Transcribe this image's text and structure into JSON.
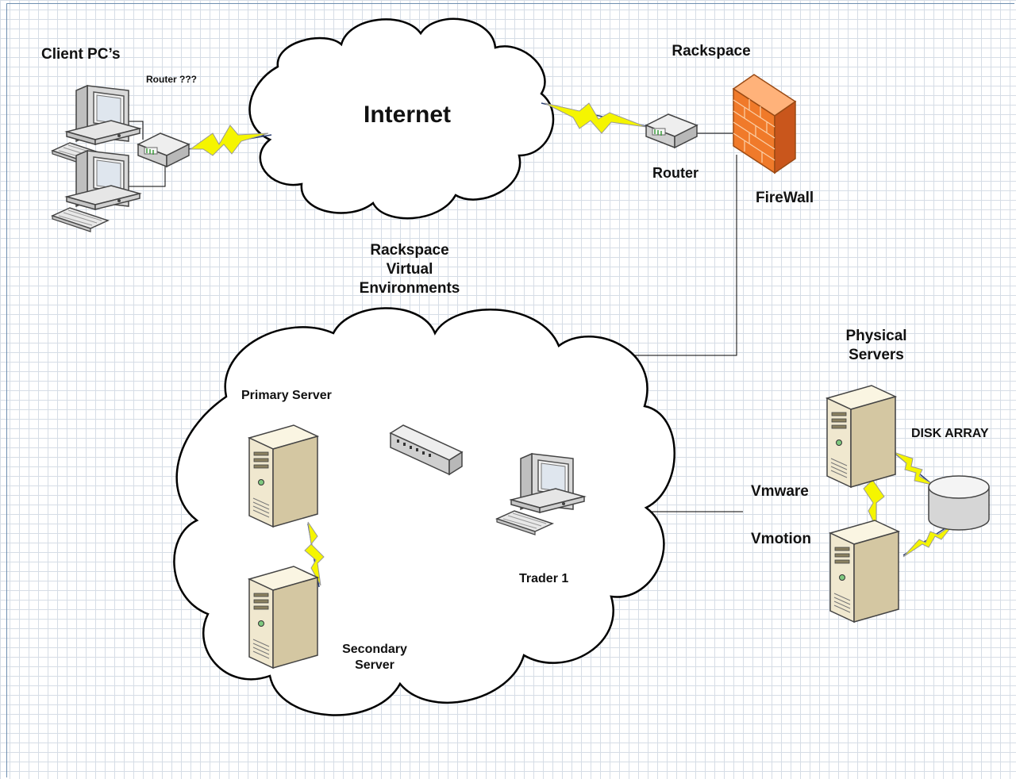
{
  "labels": {
    "client_pcs": "Client PC’s",
    "router_client": "Router ???",
    "internet": "Internet",
    "rackspace": "Rackspace",
    "router_rackspace": "Router",
    "firewall": "FireWall",
    "virtual_env": "Rackspace\nVirtual\nEnvironments",
    "physical_servers": "Physical\nServers",
    "primary_server": "Primary Server",
    "secondary_server": "Secondary\nServer",
    "trader": "Trader 1",
    "disk_array": "DISK ARRAY",
    "vmware": "Vmware",
    "vmotion": "Vmotion"
  },
  "colors": {
    "cloud_stroke": "#000000",
    "lightning": "#f5f500",
    "firewall": "#f07a2a",
    "server_body": "#f0e8cf",
    "grid": "#d6dde6",
    "frame": "#6f8fb0"
  },
  "icons": {
    "client_pc": "desktop-computer-icon",
    "router": "router-icon",
    "firewall": "firewall-icon",
    "switch": "network-switch-icon",
    "server": "tower-server-icon",
    "disk": "disk-array-icon",
    "cloud": "cloud-icon",
    "wan_link": "lightning-link-icon"
  }
}
